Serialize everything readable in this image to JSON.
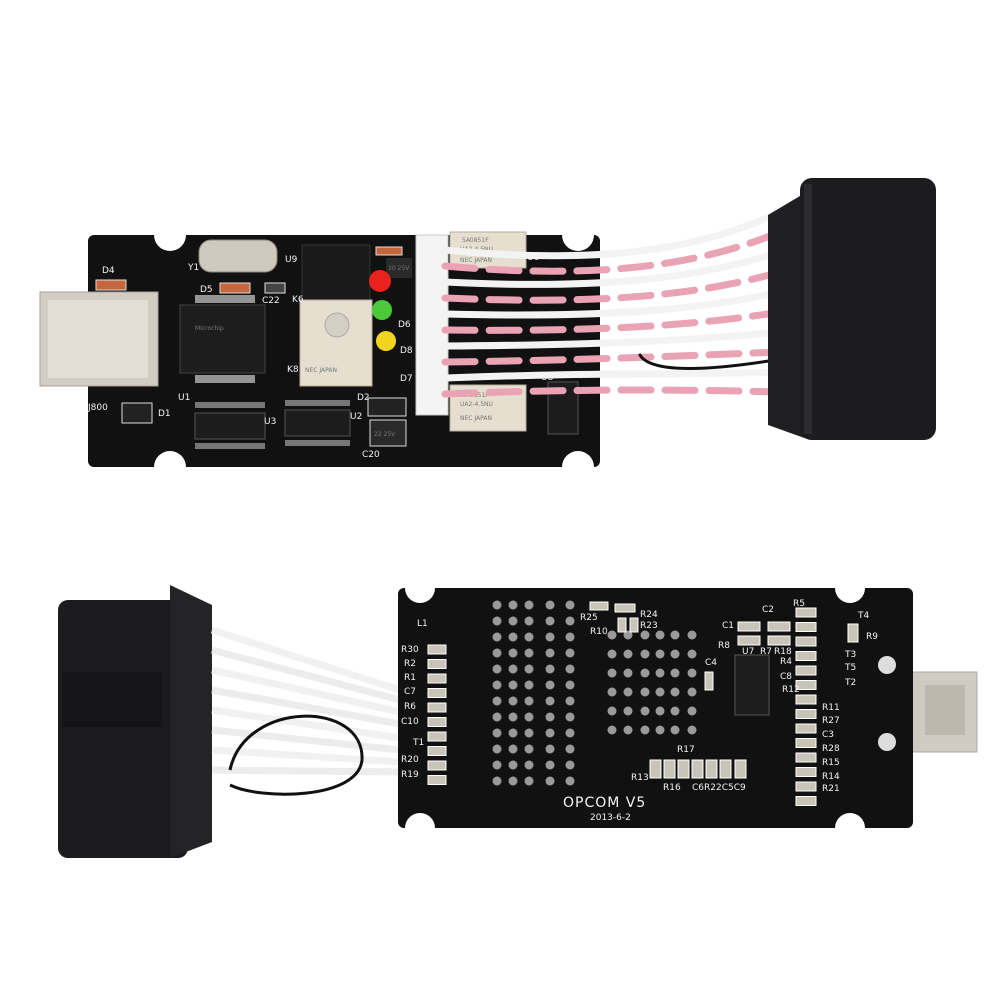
{
  "top_board": {
    "labels": {
      "d4": "D4",
      "y1": "Y1",
      "u9": "U9",
      "d5": "D5",
      "c22": "C22",
      "k6": "K6",
      "k8": "K8",
      "u1": "U1",
      "j800": "J800",
      "d1": "D1",
      "u3": "U3",
      "d2": "D2",
      "u2": "U2",
      "c20": "C20",
      "d6": "D6",
      "d8": "D8",
      "d7": "D7",
      "u6": "U6",
      "u8": "U8"
    },
    "chip_marking": "Microchip",
    "cap_small": "10 25V",
    "cap_large": "22 25V",
    "relay_marking_1": "5A0851F",
    "relay_marking_2": "UA2-4.5NU",
    "relay_brand": "NEC JAPAN",
    "led_colors": [
      "#e8231e",
      "#4cc93a",
      "#f1d51c"
    ]
  },
  "bottom_board": {
    "title": "OPCOM V5",
    "date": "2013-6-2",
    "labels": {
      "l1": "L1",
      "r30": "R30",
      "r2": "R2",
      "r1": "R1",
      "c7": "C7",
      "r6": "R6",
      "c10": "C10",
      "t1": "T1",
      "r20": "R20",
      "r19": "R19",
      "r25": "R25",
      "r10": "R10",
      "r24": "R24",
      "r23": "R23",
      "c1": "C1",
      "c2": "C2",
      "r5": "R5",
      "t4": "T4",
      "r9": "R9",
      "r8": "R8",
      "u7": "U7",
      "r7": "R7",
      "r18": "R18",
      "c4": "C4",
      "r4": "R4",
      "c8": "C8",
      "r12": "R12",
      "t3": "T3",
      "t5": "T5",
      "t2": "T2",
      "r11": "R11",
      "r27": "R27",
      "c3": "C3",
      "r28": "R28",
      "r15": "R15",
      "r14": "R14",
      "r21": "R21",
      "r17": "R17",
      "r13": "R13",
      "r16": "R16",
      "c6r22c5c9": "C6R22C5C9"
    }
  },
  "colors": {
    "pcb": "#121212",
    "connector": "#1c1c1e",
    "ribbon_stripe": "#e8a2b4",
    "usb": "#cfcac2"
  }
}
